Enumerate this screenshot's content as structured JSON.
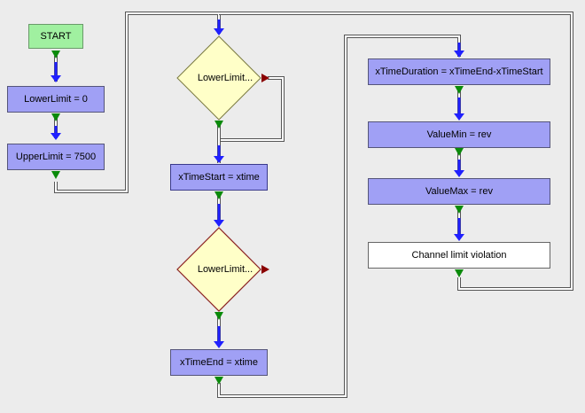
{
  "colors": {
    "background": "#ececec",
    "process_fill": "#a0a0f5",
    "start_fill": "#a0f0a0",
    "decision_fill": "#ffffc8",
    "output_fill": "#ffffff",
    "in_arrow": "#2020ff",
    "out_connector": "#0a8a0a",
    "false_connector": "#8a0000"
  },
  "nodes": {
    "start": "START",
    "lower_limit": "LowerLimit = 0",
    "upper_limit": "UpperLimit = 7500",
    "decision_1": "LowerLimit...",
    "xtime_start": "xTimeStart = xtime",
    "decision_2": "LowerLimit...",
    "xtime_end": "xTimeEnd = xtime",
    "xtime_duration": "xTimeDuration = xTimeEnd-xTimeStart",
    "value_min": "ValueMin = rev",
    "value_max": "ValueMax = rev",
    "violation": "Channel limit violation"
  },
  "icons": {
    "in_arrow": "blue-down-arrow-icon",
    "out_connector": "green-down-triangle-icon",
    "false_connector": "red-right-triangle-icon"
  }
}
